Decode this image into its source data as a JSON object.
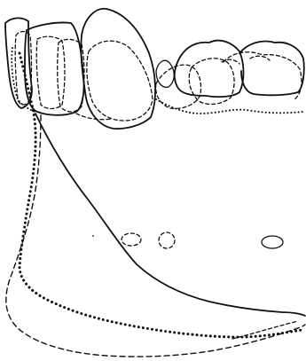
{
  "figure": {
    "kind": "line-drawing",
    "subject": "mandible-outline-with-teeth",
    "line_styles": [
      "solid",
      "dashed",
      "dotted"
    ],
    "ink_color": "#111111",
    "background_color": "#ffffff"
  }
}
